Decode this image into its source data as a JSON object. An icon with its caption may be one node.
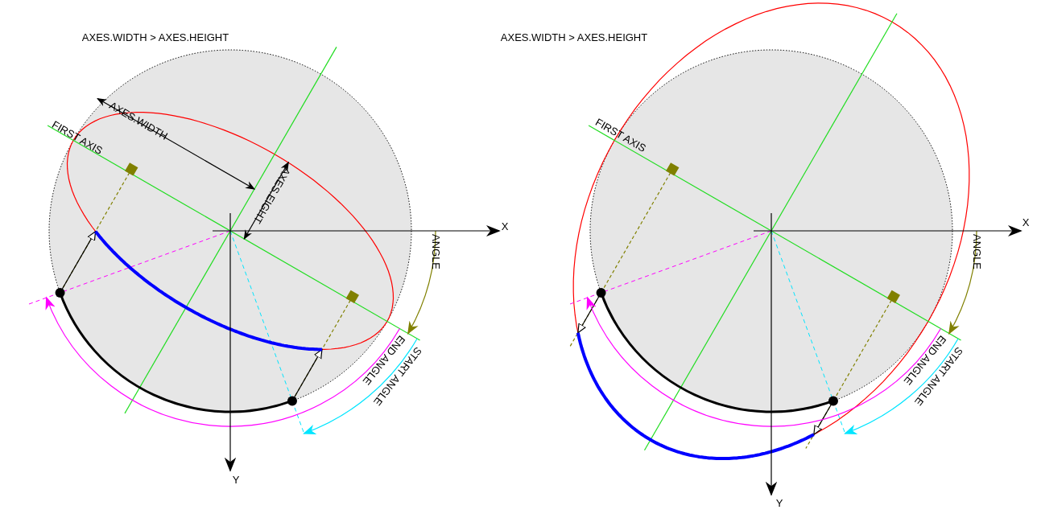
{
  "diagram": {
    "labels": [
      "AXES.WIDTH > AXES.HEIGHT",
      "AXES.WIDTH",
      "FIRST AXIS",
      "AXES.EIGHT",
      "X",
      "ANGLE",
      "END ANGLE",
      "START ANGLE",
      "Y",
      "AXES.WIDTH > AXES.HEIGHT",
      "FIRST AXIS",
      "X",
      "ANGLE",
      "END ANGLE",
      "START ANGLE",
      "Y"
    ]
  }
}
